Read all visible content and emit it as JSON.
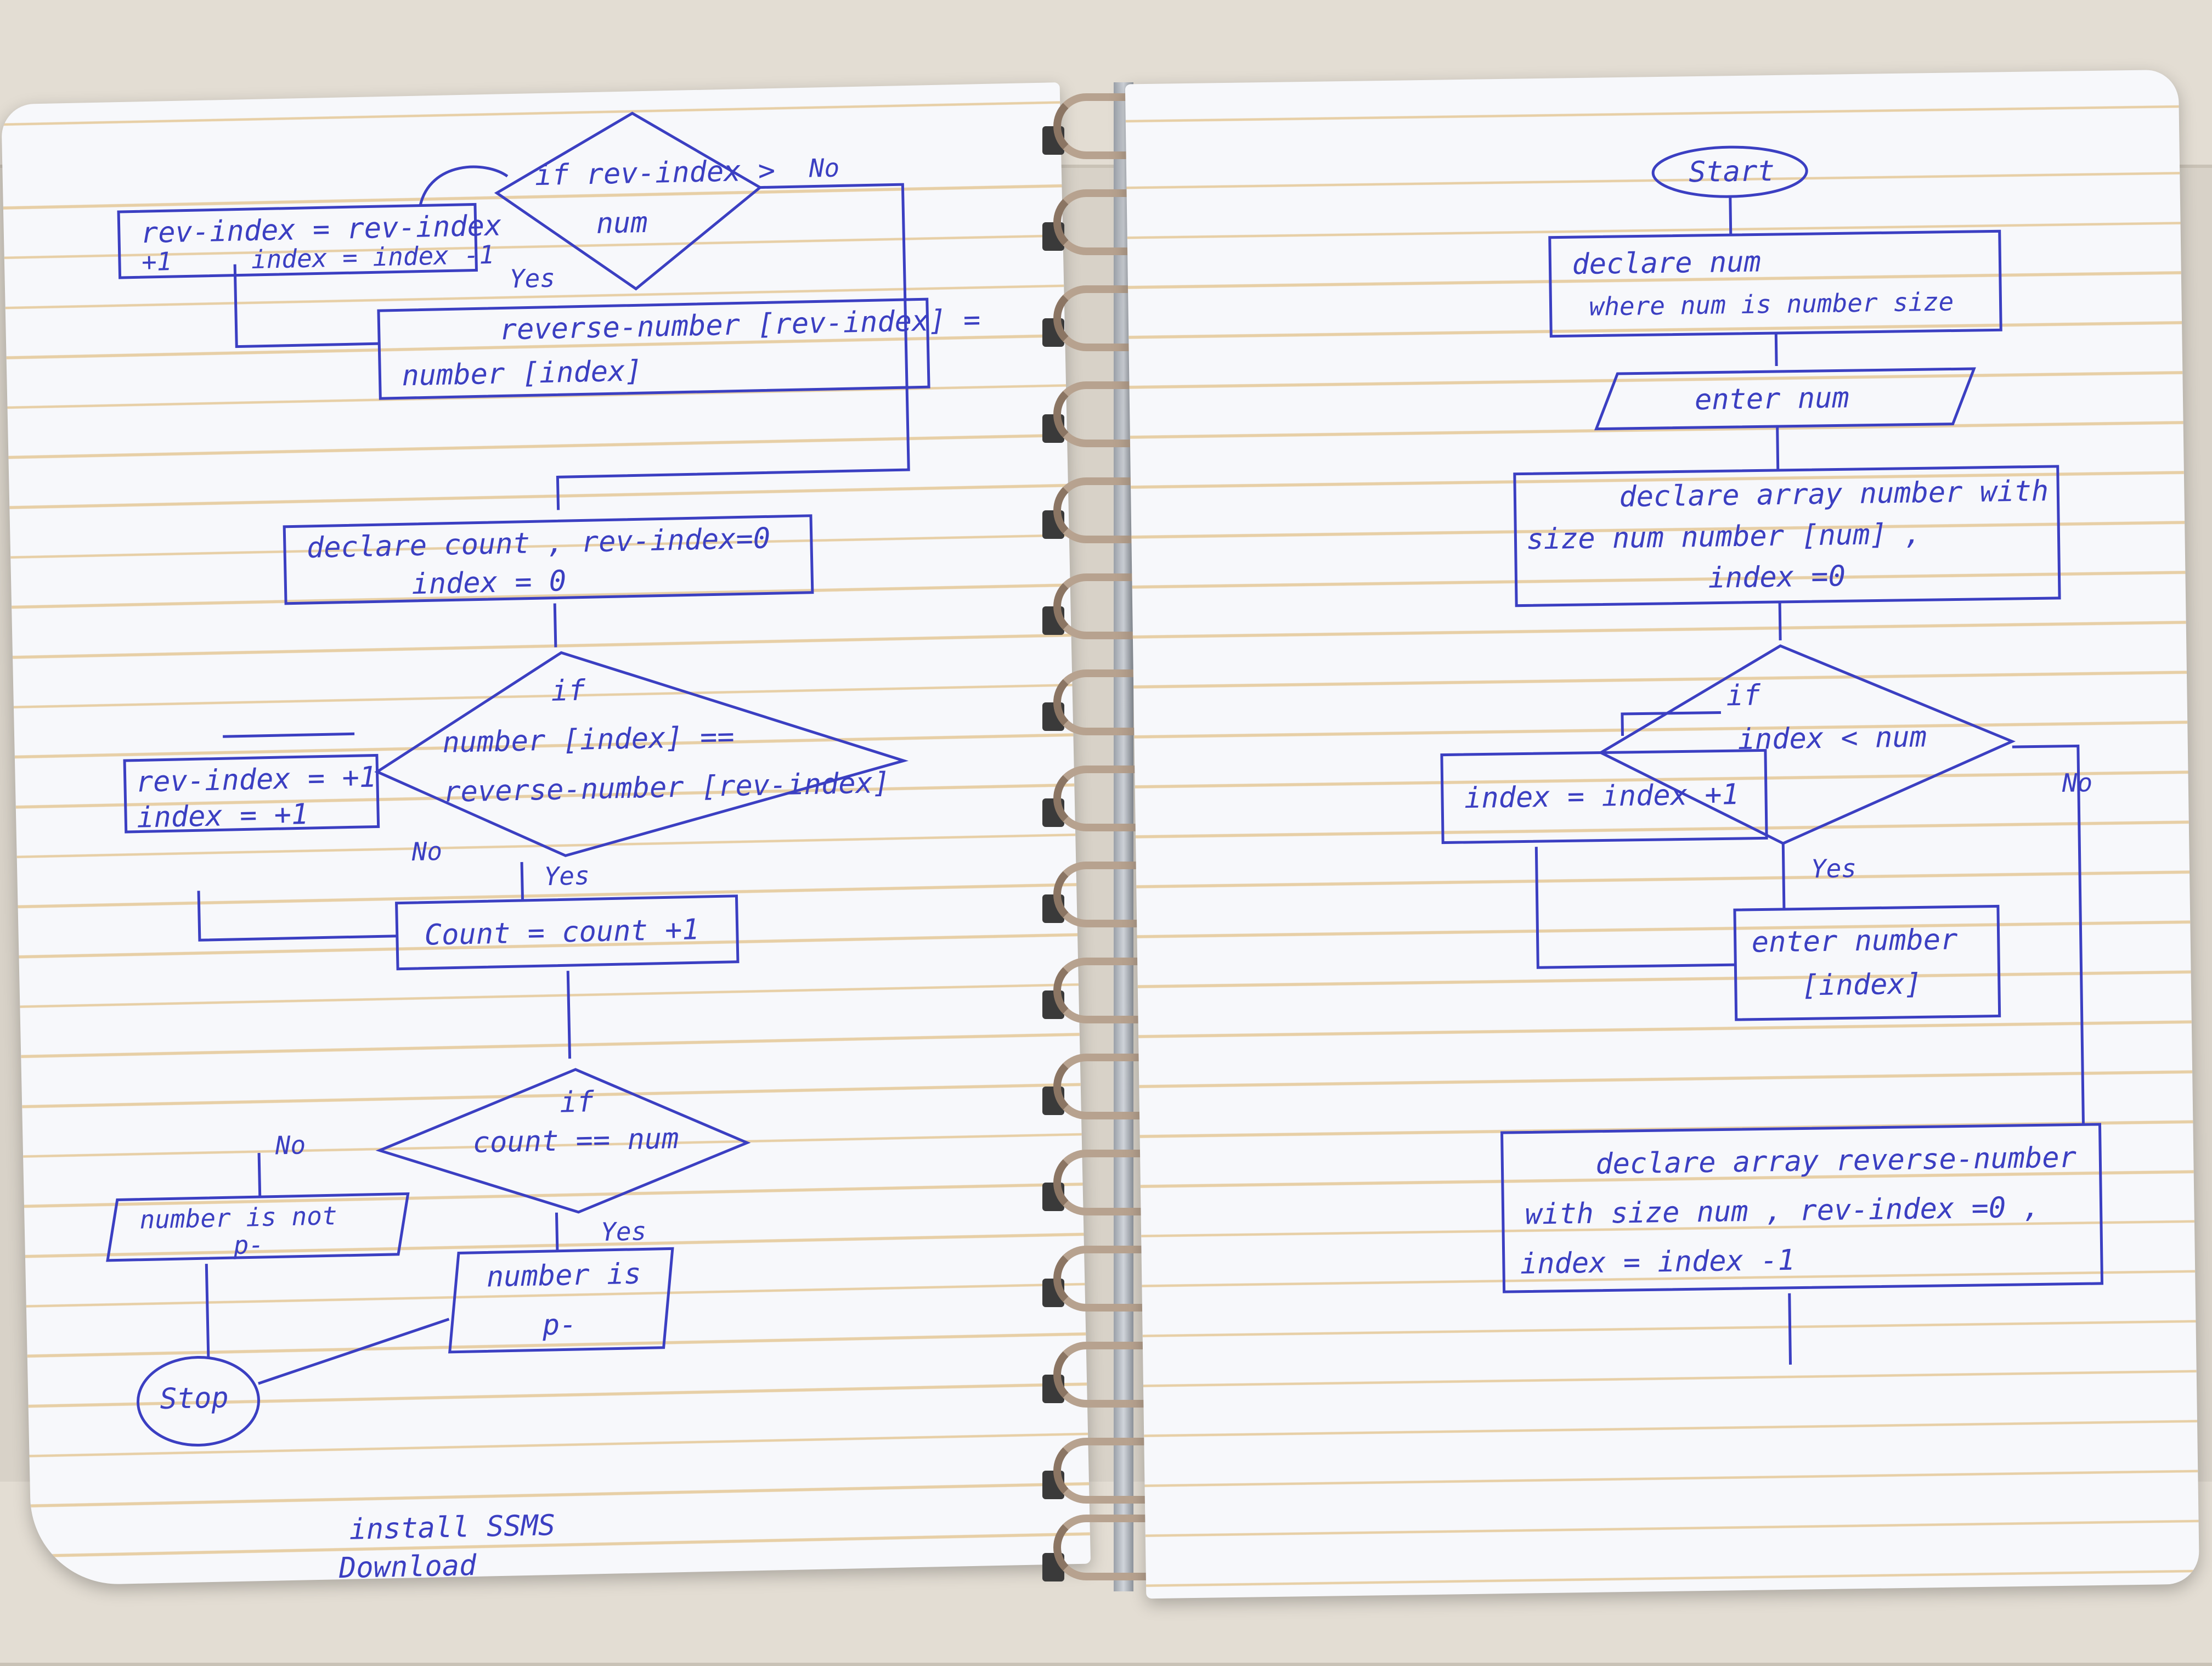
{
  "colors": {
    "ink": "#3b3fc2",
    "paper": "#f7f8fb",
    "rule": "#e7cfa6",
    "table": "#d8d2c8"
  },
  "left_page": {
    "top_loop": {
      "decision": [
        "if rev-index >",
        "num"
      ],
      "no_label": "No",
      "yes_label": "Yes",
      "update_box": [
        "rev-index = rev-index",
        "+1",
        "index = index -1"
      ],
      "assign_box": [
        "reverse-number [rev-index] =",
        "number [index]"
      ]
    },
    "declare_box": [
      "declare count , rev-index=0",
      "index = 0"
    ],
    "compare_decision": [
      "if",
      "number [index] ==",
      "reverse-number [rev-index]"
    ],
    "increment_box": [
      "rev-index = +1",
      "index = +1"
    ],
    "compare_no": "No",
    "compare_yes": "Yes",
    "count_box": "Count = count +1",
    "final_decision": [
      "if",
      "count == num"
    ],
    "final_no": "No",
    "final_yes": "Yes",
    "not_p_box": [
      "number is not",
      "p-"
    ],
    "is_p_box": [
      "number is",
      "p-"
    ],
    "stop": "Stop",
    "notes": [
      "install SSMS",
      "Download"
    ]
  },
  "right_page": {
    "start": "Start",
    "declare_num": [
      "declare num",
      "where num is number size"
    ],
    "enter_num": "enter num",
    "declare_array": [
      "declare array number with",
      "size num number [num] ,",
      "index =0"
    ],
    "loop_decision": [
      "if",
      "index < num"
    ],
    "loop_no": "No",
    "loop_yes": "Yes",
    "index_inc": "index = index +1",
    "enter_number": [
      "enter number",
      "[index]"
    ],
    "declare_reverse": [
      "declare array reverse-number",
      "with size num , rev-index =0 ,",
      "index = index -1"
    ]
  }
}
